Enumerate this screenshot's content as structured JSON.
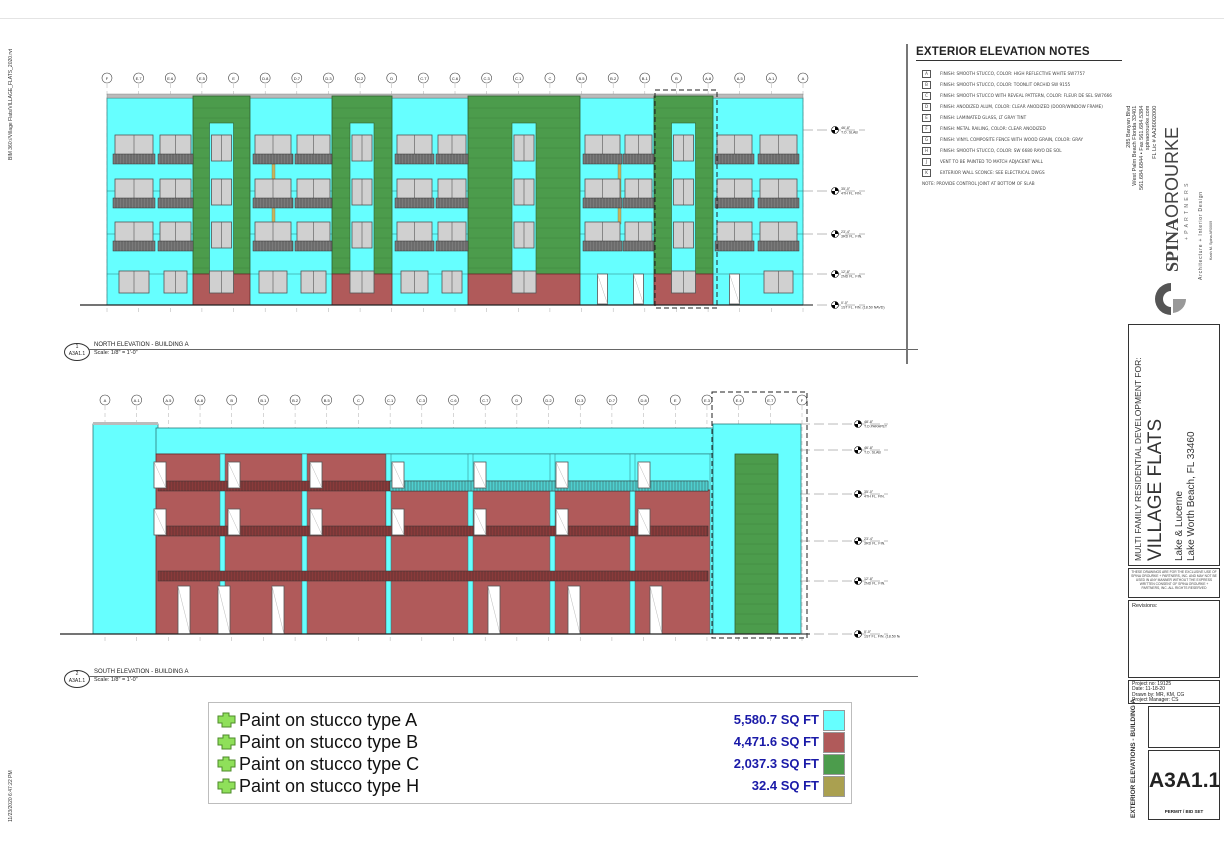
{
  "sheet": {
    "file_path_label": "BIM 360://Village Flats/VILLAGE_FLATS_2020.rvt",
    "print_stamp": "11/23/2020 6:47:22 PM",
    "sheet_number": "A3A1.1",
    "sheet_title": "EXTERIOR ELEVATIONS - BUILDING A",
    "issue_label": "PERMIT / BID SET"
  },
  "notes": {
    "title": "EXTERIOR ELEVATION NOTES",
    "items": [
      {
        "key": "A",
        "text": "FINISH: SMOOTH STUCCO, COLOR: HIGH REFLECTIVE WHITE SW7757"
      },
      {
        "key": "B",
        "text": "FINISH: SMOOTH STUCCO, COLOR: TOONLIT ORCHID SW 9155"
      },
      {
        "key": "C",
        "text": "FINISH: SMOOTH STUCCO WITH REVEAL PATTERN, COLOR: FLEUR DE SEL SW7666"
      },
      {
        "key": "D",
        "text": "FINISH: ANODIZED ALUM, COLOR: CLEAR ANODIZED (DOOR/WINDOW FRAME)"
      },
      {
        "key": "E",
        "text": "FINISH: LAMINATED GLASS, LT GRAY TINT"
      },
      {
        "key": "F",
        "text": "FINISH: METAL RAILING, COLOR: CLEAR ANODIZED"
      },
      {
        "key": "G",
        "text": "FINISH: VINYL COMPOSITE FENCE WITH WOOD GRAIN, COLOR: GRAY"
      },
      {
        "key": "H",
        "text": "FINISH: SMOOTH STUCCO, COLOR: SW 6680 RAYO DE SOL"
      },
      {
        "key": "J",
        "text": "VENT TO BE PAINTED TO MATCH ADJACENT WALL"
      },
      {
        "key": "K",
        "text": "EXTERIOR WALL SCONCE: SEE ELECTRICAL DWGS"
      }
    ],
    "footnote": "NOTE: PROVIDE CONTROL JOINT AT BOTTOM OF SLAB"
  },
  "firm": {
    "name_bold": "SPINA",
    "name_light": "OROURKE",
    "sub": "+ P A R T N E R S",
    "tagline": "Architecture + Interior Design",
    "license": "Kash M. Spina AR0009",
    "address1": "285 Banyan Blvd",
    "address2": "West Palm Beach Florida 33401",
    "phone": "561.684.6844 • Fax 561.684.5384",
    "web": "spinaorourke.com",
    "cert": "FL Lic # AA26002000"
  },
  "project": {
    "heading": "MULTI FAMILY RESIDENTIAL DEVELOPMENT FOR:",
    "name": "VILLAGE FLATS",
    "street": "Lake & Lucerne",
    "city": "Lake Worth Beach, FL 33460",
    "copyright": "THESE DRAWINGS ARE FOR THE EXCLUSIVE USE OF SPINA OROURKE + PARTNERS, INC. AND MAY NOT BE USED IN ANY MANNER WITHOUT THE EXPRESS WRITTEN CONSENT OF SPINA OROURKE + PARTNERS, INC. ALL RIGHTS RESERVED",
    "revisions_label": "Revisions:",
    "project_no": "Project no:  19125",
    "date": "Date:  11-18-20",
    "drawn_by": "Drawn by:  MR, KM, CG",
    "manager": "Project Manager: CS"
  },
  "views": {
    "north": {
      "number": "1",
      "sheet_ref": "A3A1.1",
      "title": "NORTH ELEVATION - BUILDING A",
      "scale": "Scale: 1/8\" = 1'-0\""
    },
    "south": {
      "number": "2",
      "sheet_ref": "A3A1.1",
      "title": "SOUTH ELEVATION - BUILDING A",
      "scale": "Scale: 1/8\" = 1'-0\""
    }
  },
  "levels": {
    "north": [
      {
        "elev": "46'-8\"",
        "name": "T.O. SLAB"
      },
      {
        "elev": "35'-0\"",
        "name": "4TH FL. FIN."
      },
      {
        "elev": "23'-4\"",
        "name": "3RD FL. FIN."
      },
      {
        "elev": "12'-8\"",
        "name": "2ND FL. FIN."
      },
      {
        "elev": "0'-0\"",
        "name": "1ST FL. FIN. (18.50 NAVD)"
      }
    ],
    "south": [
      {
        "elev": "48'-8\"",
        "name": "T.O.PARAPET"
      },
      {
        "elev": "46'-8\"",
        "name": "T.O. SLAB"
      },
      {
        "elev": "35'-0\"",
        "name": "4TH FL. FIN."
      },
      {
        "elev": "23'-4\"",
        "name": "3RD FL. FIN."
      },
      {
        "elev": "12'-8\"",
        "name": "2ND FL. FIN."
      },
      {
        "elev": "0'-0\"",
        "name": "1ST FL. FIN. (18.50 NAVD)"
      }
    ]
  },
  "grid_north": [
    "F",
    "E.7",
    "E.6",
    "E.5",
    "E",
    "D.8",
    "D.7",
    "D.3",
    "D.2",
    "D",
    "C.7",
    "C.6",
    "C.3",
    "C.1",
    "C",
    "B.5",
    "B.2",
    "B.1",
    "B",
    "A.8",
    "A.5",
    "A.1",
    "A"
  ],
  "grid_south": [
    "A",
    "A.1",
    "A.5",
    "A.8",
    "B",
    "B.1",
    "B.2",
    "B.5",
    "C",
    "C.1",
    "C.3",
    "C.6",
    "C.7",
    "D",
    "D.2",
    "D.3",
    "D.7",
    "D.8",
    "E",
    "E.3",
    "E.4",
    "E.7",
    "F"
  ],
  "legend": {
    "items": [
      {
        "label": "Paint on stucco type A",
        "value": "5,580.7 SQ FT",
        "color": "#66ffff"
      },
      {
        "label": "Paint on stucco type B",
        "value": "4,471.6 SQ FT",
        "color": "#b05a5a"
      },
      {
        "label": "Paint on stucco type C",
        "value": "2,037.3 SQ FT",
        "color": "#4c9c4c"
      },
      {
        "label": "Paint on stucco type H",
        "value": "32.4 SQ FT",
        "color": "#aaa050"
      }
    ],
    "icon": "polygon-markup-icon"
  },
  "colors": {
    "cyan": "#66ffff",
    "maroon": "#b05a5a",
    "green": "#4c9c4c",
    "yellow": "#c8b45a"
  }
}
